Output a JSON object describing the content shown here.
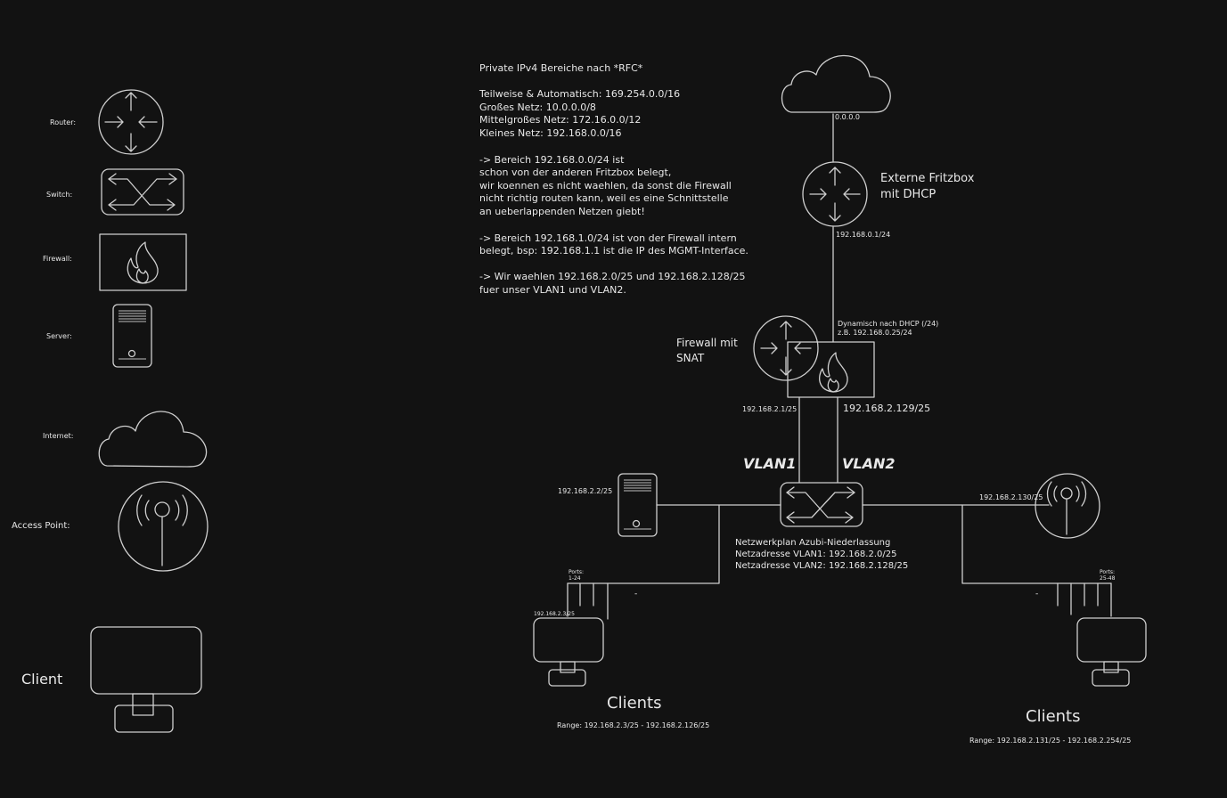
{
  "legend": {
    "router": "Router:",
    "switch": "Switch:",
    "firewall": "Firewall:",
    "server": "Server:",
    "internet": "Internet:",
    "access_point": "Access Point:",
    "client": "Client"
  },
  "notes": {
    "title": "Private IPv4 Bereiche nach *RFC*",
    "ranges": [
      "Teilweise & Automatisch: 169.254.0.0/16",
      "Großes Netz: 10.0.0.0/8",
      "Mittelgroßes Netz: 172.16.0.0/12",
      "Kleines Netz: 192.168.0.0/16"
    ],
    "para1": [
      "-> Bereich 192.168.0.0/24 ist",
      "schon von der anderen Fritzbox belegt,",
      "wir koennen es nicht waehlen, da sonst die Firewall",
      "nicht richtig routen kann, weil es eine Schnittstelle",
      "an ueberlappenden Netzen giebt!"
    ],
    "para2": [
      "-> Bereich 192.168.1.0/24 ist von der Firewall intern",
      "belegt, bsp: 192.168.1.1 ist die IP des MGMT-Interface."
    ],
    "para3": [
      "-> Wir waehlen 192.168.2.0/25 und 192.168.2.128/25",
      "fuer unser VLAN1 und VLAN2."
    ]
  },
  "network": {
    "internet_ip": "0.0.0.0",
    "fritzbox_label_1": "Externe Fritzbox",
    "fritzbox_label_2": "mit DHCP",
    "fritzbox_ip": "192.168.0.1/24",
    "dhcp_note_1": "Dynamisch nach DHCP (/24)",
    "dhcp_note_2": "z.B. 192.168.0.25/24",
    "firewall_label_1": "Firewall mit",
    "firewall_label_2": "SNAT",
    "fw_ip_vlan1": "192.168.2.1/25",
    "fw_ip_vlan2": "192.168.2.129/25",
    "vlan1": "VLAN1",
    "vlan2": "VLAN2",
    "server_ip": "192.168.2.2/25",
    "ap_ip": "192.168.2.130/25",
    "plan_title": "Netzwerkplan Azubi-Niederlassung",
    "plan_vlan1": "Netzadresse VLAN1: 192.168.2.0/25",
    "plan_vlan2": "Netzadresse VLAN2: 192.168.2.128/25",
    "ports_left_1": "Ports:",
    "ports_left_2": "1-24",
    "ports_right_1": "Ports:",
    "ports_right_2": "25-48",
    "client_left_ip": "192.168.2.3/25",
    "clients_left": "Clients",
    "clients_left_range": "Range: 192.168.2.3/25 - 192.168.2.126/25",
    "clients_right": "Clients",
    "clients_right_range": "Range: 192.168.2.131/25 - 192.168.2.254/25",
    "dash": "-"
  }
}
